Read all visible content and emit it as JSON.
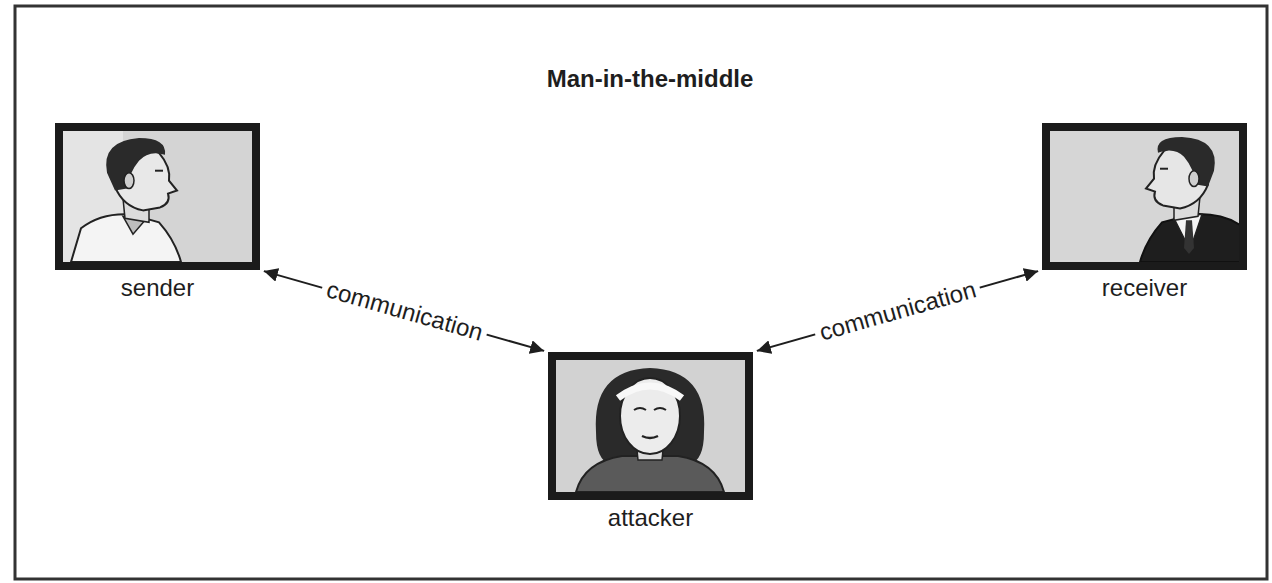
{
  "diagram": {
    "title": "Man-in-the-middle",
    "nodes": [
      {
        "text": [
          "sender"
        ]
      },
      {
        "text": [
          "receiver"
        ]
      },
      {
        "text": [
          "attacker"
        ]
      }
    ],
    "edges": [
      {
        "from": 0,
        "to": 2,
        "arrow": "both",
        "label": "communication"
      },
      {
        "from": 2,
        "to": 1,
        "arrow": "both",
        "label": "communication"
      }
    ]
  }
}
